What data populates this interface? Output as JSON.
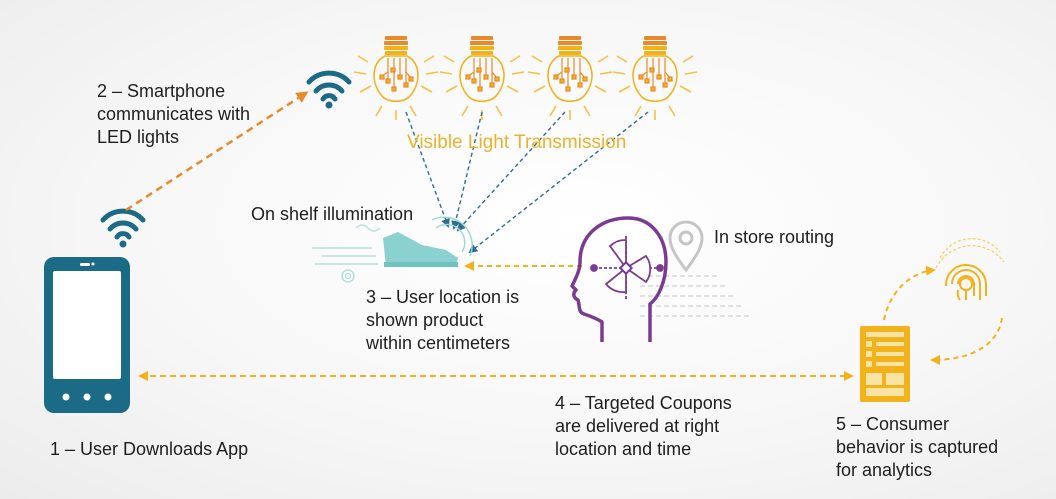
{
  "labels": {
    "step1": "1 – User Downloads App",
    "step2": "2 – Smartphone\ncommunicates with\nLED lights",
    "step3": "3 – User location is\nshown product\nwithin centimeters",
    "step4": "4 – Targeted Coupons\nare delivered at right\nlocation and time",
    "step5": "5 – Consumer\nbehavior is captured\nfor analytics",
    "visible_light": "Visible Light Transmission",
    "shelf_illumination": "On shelf illumination",
    "in_store_routing": "In store routing"
  },
  "colors": {
    "teal": "#1b6a86",
    "gold": "#f1b21c",
    "orange": "#e88a2a",
    "purple": "#7b3b90",
    "mint": "#8ad1cf",
    "dashed_blue": "#2f6d8c",
    "gray": "#c5c5c5"
  },
  "icons": [
    "smartphone-icon",
    "wifi-icon",
    "led-bulb-icon",
    "shoe-icon",
    "head-icon",
    "location-pin-icon",
    "analytics-panel-icon",
    "fingerprint-icon"
  ]
}
